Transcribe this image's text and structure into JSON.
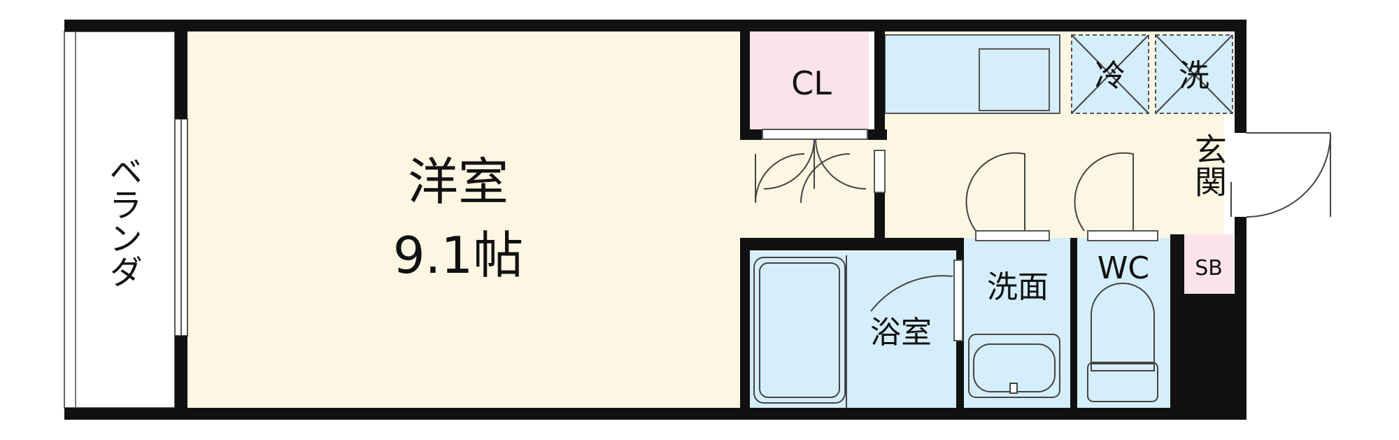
{
  "rooms": {
    "main": {
      "name": "洋室",
      "size": "9.1帖"
    },
    "veranda": "ベランダ",
    "closet": "CL",
    "fridge": "冷",
    "washer": "洗",
    "entrance": "玄関",
    "bath": "浴室",
    "washroom": "洗面",
    "toilet": "WC",
    "shoe_box": "SB"
  },
  "colors": {
    "main_room": "#fdf6e2",
    "wet_area": "#d5eefb",
    "closet": "#fbe3ec",
    "wall": "#111111",
    "veranda": "#ffffff"
  }
}
